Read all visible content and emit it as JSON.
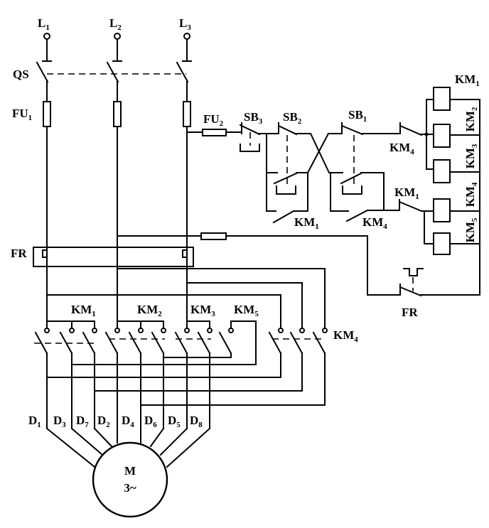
{
  "labels": {
    "L1": {
      "main": "L",
      "sub": "1"
    },
    "L2": {
      "main": "L",
      "sub": "2"
    },
    "L3": {
      "main": "L",
      "sub": "3"
    },
    "QS": {
      "main": "QS",
      "sub": ""
    },
    "FU1": {
      "main": "FU",
      "sub": "1"
    },
    "FU2": {
      "main": "FU",
      "sub": "2"
    },
    "FR_main": {
      "main": "FR",
      "sub": ""
    },
    "FR_ctrl": {
      "main": "FR",
      "sub": ""
    },
    "SB3": {
      "main": "SB",
      "sub": "3"
    },
    "SB2": {
      "main": "SB",
      "sub": "2"
    },
    "SB1": {
      "main": "SB",
      "sub": "1"
    },
    "KM4_nc": {
      "main": "KM",
      "sub": "4"
    },
    "KM1_nc": {
      "main": "KM",
      "sub": "1"
    },
    "KM1_hold": {
      "main": "KM",
      "sub": "1"
    },
    "KM4_hold": {
      "main": "KM",
      "sub": "4"
    },
    "KM1_coil": {
      "main": "KM",
      "sub": "1"
    },
    "KM2_coil": {
      "main": "KM",
      "sub": "2"
    },
    "KM3_coil": {
      "main": "KM",
      "sub": "3"
    },
    "KM4_coil": {
      "main": "KM",
      "sub": "4"
    },
    "KM5_coil": {
      "main": "KM",
      "sub": "5"
    },
    "KM1_main": {
      "main": "KM",
      "sub": "1"
    },
    "KM2_main": {
      "main": "KM",
      "sub": "2"
    },
    "KM3_main": {
      "main": "KM",
      "sub": "3"
    },
    "KM5_main": {
      "main": "KM",
      "sub": "5"
    },
    "KM4_main": {
      "main": "KM",
      "sub": "4"
    },
    "D1": {
      "main": "D",
      "sub": "1"
    },
    "D3": {
      "main": "D",
      "sub": "3"
    },
    "D7": {
      "main": "D",
      "sub": "7"
    },
    "D2": {
      "main": "D",
      "sub": "2"
    },
    "D4": {
      "main": "D",
      "sub": "4"
    },
    "D6": {
      "main": "D",
      "sub": "6"
    },
    "D5": {
      "main": "D",
      "sub": "5"
    },
    "D8": {
      "main": "D",
      "sub": "8"
    }
  },
  "motor": {
    "name": "M",
    "phase": "3~"
  }
}
